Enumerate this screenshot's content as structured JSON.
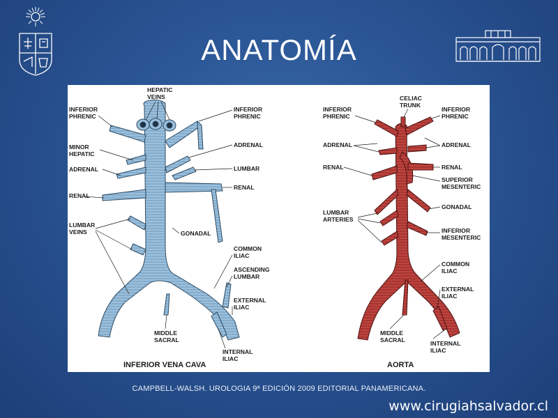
{
  "slide": {
    "title": "ANATOMÍA",
    "citation": "CAMPBELL-WALSH. UROLOGIA 9ª EDICIÓN 2009 EDITORIAL PANAMERICANA.",
    "website": "www.cirugiahsalvador.cl"
  },
  "colors": {
    "background": "#2a5494",
    "vena_cava": "#8fb6d6",
    "aorta": "#b53a36"
  },
  "icons": {
    "left_logo": "university-crest-icon",
    "right_logo": "hospital-building-icon"
  },
  "figure": {
    "vena_cava": {
      "caption": "INFERIOR VENA CAVA",
      "labels": {
        "hepatic_veins": [
          "HEPATIC",
          "VEINS"
        ],
        "inferior_phrenic_left": [
          "INFERIOR",
          "PHRENIC"
        ],
        "inferior_phrenic_right": [
          "INFERIOR",
          "PHRENIC"
        ],
        "minor_hepatic": [
          "MINOR",
          "HEPATIC"
        ],
        "adrenal_left": [
          "ADRENAL"
        ],
        "adrenal_right": [
          "ADRENAL"
        ],
        "lumbar": [
          "LUMBAR"
        ],
        "renal_left": [
          "RENAL"
        ],
        "renal_right": [
          "RENAL"
        ],
        "lumbar_veins": [
          "LUMBAR",
          "VEINS"
        ],
        "gonadal": [
          "GONADAL"
        ],
        "common_iliac": [
          "COMMON",
          "ILIAC"
        ],
        "ascending_lumbar": [
          "ASCENDING",
          "LUMBAR"
        ],
        "external_iliac": [
          "EXTERNAL",
          "ILIAC"
        ],
        "middle_sacral": [
          "MIDDLE",
          "SACRAL"
        ],
        "internal_iliac": [
          "INTERNAL",
          "ILIAC"
        ]
      }
    },
    "aorta": {
      "caption": "AORTA",
      "labels": {
        "celiac_trunk": [
          "CELIAC",
          "TRUNK"
        ],
        "inferior_phrenic_left": [
          "INFERIOR",
          "PHRENIC"
        ],
        "inferior_phrenic_right": [
          "INFERIOR",
          "PHRENIC"
        ],
        "adrenal_left": [
          "ADRENAL"
        ],
        "adrenal_right": [
          "ADRENAL"
        ],
        "renal_left": [
          "RENAL"
        ],
        "renal_right": [
          "RENAL"
        ],
        "superior_mesenteric": [
          "SUPERIOR",
          "MESENTERIC"
        ],
        "gonadal": [
          "GONADAL"
        ],
        "lumbar_arteries": [
          "LUMBAR",
          "ARTERIES"
        ],
        "inferior_mesenteric": [
          "INFERIOR",
          "MESENTERIC"
        ],
        "common_iliac": [
          "COMMON",
          "ILIAC"
        ],
        "external_iliac": [
          "EXTERNAL",
          "ILIAC"
        ],
        "middle_sacral": [
          "MIDDLE",
          "SACRAL"
        ],
        "internal_iliac": [
          "INTERNAL",
          "ILIAC"
        ]
      }
    }
  }
}
